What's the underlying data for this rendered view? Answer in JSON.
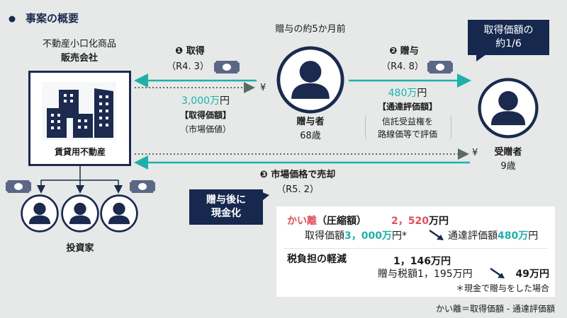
{
  "header": {
    "title": "事案の概要"
  },
  "seller": {
    "line1": "不動産小口化商品",
    "line2": "販売会社",
    "property_label": "賃貸用不動産"
  },
  "timing": "贈与の約5か月前",
  "step1": {
    "label": "❶ 取得",
    "date": "（R4. 3）",
    "amount_num": "3,000万",
    "amount_unit": "円",
    "tag": "【取得価額】",
    "note": "（市場価値）",
    "yen": "¥"
  },
  "step2": {
    "label": "❷ 贈与",
    "date": "（R4. 8）",
    "amount_num": "480万",
    "amount_unit": "円",
    "tag": "【通達評価額】",
    "note1": "信託受益権を",
    "note2": "路線価等で評価"
  },
  "step3": {
    "label": "❸ 市場価格で売却",
    "date": "（R5. 2）",
    "yen": "¥"
  },
  "donor": {
    "label": "贈与者",
    "age": "68歳"
  },
  "recipient": {
    "label": "受贈者",
    "age": "9歳"
  },
  "investors": {
    "label": "投資家"
  },
  "callout_ratio": {
    "line1": "取得価額の",
    "line2": "約1/6"
  },
  "callout_cash": {
    "line1": "贈与後に",
    "line2": "現金化"
  },
  "summary": {
    "gap_label_red": "かい離",
    "gap_label_rest": "（圧縮額）",
    "gap_value_num": "2，520",
    "gap_value_unit": "万円",
    "acq_label": "取得価額",
    "acq_value": "3，000万",
    "acq_unit": "円*",
    "eval_label": "通達評価額",
    "eval_value": "480万",
    "eval_unit": "円",
    "tax_label": "税負担の軽減",
    "tax_reduction": "1，146万円",
    "tax_before": "贈与税額1，195万円",
    "tax_after": "49万円",
    "footnote": "＊現金で贈与をした場合"
  },
  "formula": "かい離＝取得価額 - 通達評価額",
  "colors": {
    "navy": "#1b2a4e",
    "teal": "#1fb0aa",
    "red": "#e0505a",
    "bg": "#e6e9e8",
    "money": "#5b6785"
  }
}
